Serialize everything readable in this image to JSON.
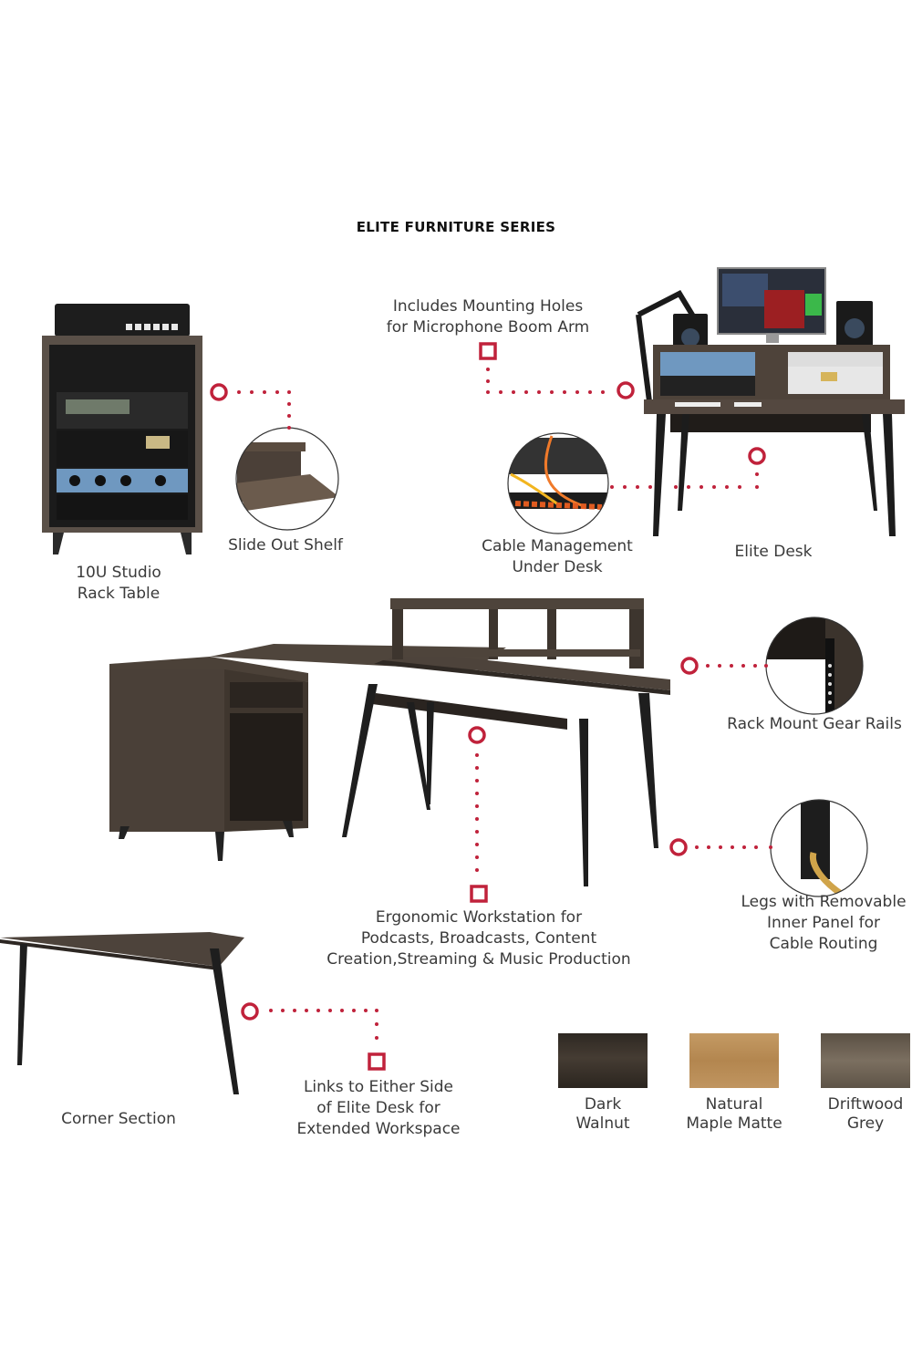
{
  "title": "ELITE FURNITURE SERIES",
  "accent_color": "#c0223b",
  "callouts": {
    "mounting_holes": [
      "Includes Mounting Holes",
      "for Microphone Boom Arm"
    ],
    "slide_out_shelf": [
      "Slide Out Shelf"
    ],
    "rack_table": [
      "10U Studio",
      "Rack Table"
    ],
    "cable_management": [
      "Cable Management",
      "Under Desk"
    ],
    "elite_desk": [
      "Elite Desk"
    ],
    "rack_rails": [
      "Rack Mount Gear Rails"
    ],
    "legs": [
      "Legs with Removable",
      "Inner Panel for",
      "Cable Routing"
    ],
    "ergonomic": [
      "Ergonomic Workstation for",
      "Podcasts, Broadcasts, Content",
      "Creation,Streaming & Music Production"
    ],
    "corner_section": [
      "Corner Section"
    ],
    "links": [
      "Links to Either Side",
      "of Elite Desk for",
      "Extended Workspace"
    ]
  },
  "finishes": [
    {
      "name_line1": "Dark",
      "name_line2": "Walnut",
      "color": "#3b342c"
    },
    {
      "name_line1": "Natural",
      "name_line2": "Maple Matte",
      "color": "#b98b55"
    },
    {
      "name_line1": "Driftwood",
      "name_line2": "Grey",
      "color": "#6c6152"
    }
  ]
}
